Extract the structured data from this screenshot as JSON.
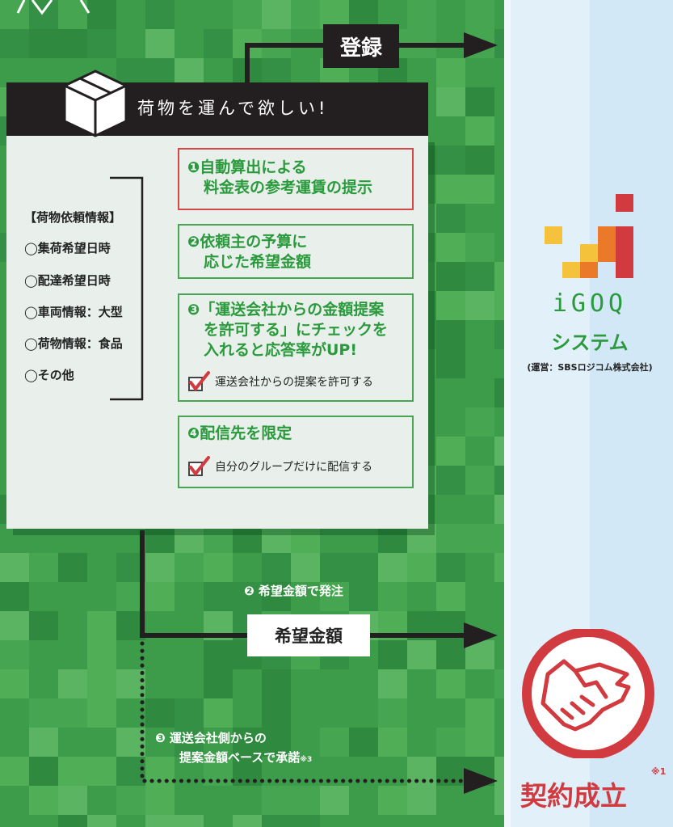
{
  "register_label": "登録",
  "header_title": "荷物を運んで欲しい!",
  "request_info": {
    "title": "【荷物依頼情報】",
    "items": [
      "◯集荷希望日時",
      "◯配達希望日時",
      "◯車両情報：大型",
      "◯荷物情報：食品",
      "◯その他"
    ]
  },
  "features": [
    {
      "number": "❶",
      "lines": [
        "自動算出による",
        "料金表の参考運賃の提示"
      ]
    },
    {
      "number": "❷",
      "lines": [
        "依頼主の予算に",
        "応じた希望金額"
      ]
    },
    {
      "number": "❸",
      "lines": [
        "「運送会社からの金額提案",
        "を許可する」にチェックを",
        "入れると応答率がUP!"
      ],
      "checkbox_label": "運送会社からの提案を許可する"
    },
    {
      "number": "❹",
      "lines": [
        "配信先を限定"
      ],
      "checkbox_label": "自分のグループだけに配信する"
    }
  ],
  "system": {
    "logo_text": "iGOQ",
    "name": "システム",
    "operator": "(運営：SBSロジコム株式会社)"
  },
  "flow": {
    "order_label": "❷ 希望金額で発注",
    "price_box": "希望金額",
    "accept_line1": "❸ 運送会社側からの",
    "accept_line2": "提案金額ベースで承諾",
    "accept_note": "※3"
  },
  "contract": {
    "label": "契約成立",
    "note": "※1"
  },
  "colors": {
    "green_bg": "#3d9c4a",
    "accent_green": "#2a9a3c",
    "red": "#d13a3f",
    "dark": "#231f20"
  }
}
